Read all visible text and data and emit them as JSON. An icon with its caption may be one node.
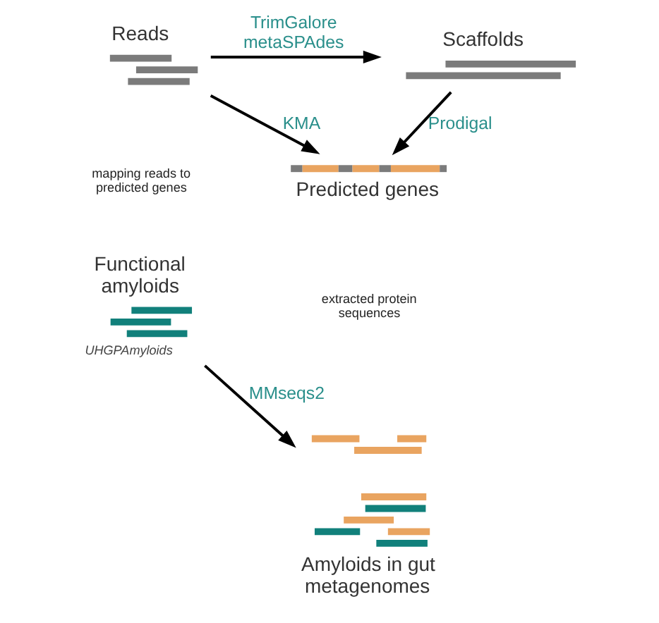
{
  "diagram": {
    "nodes": [
      {
        "text": [
          "Reads"
        ]
      },
      {
        "text": [
          "Scaffolds"
        ]
      },
      {
        "text": [
          "Predicted genes"
        ]
      },
      {
        "text": [
          "Functional amyloids"
        ],
        "beside": [
          "UHGPAmyloids"
        ]
      },
      {
        "text": [
          "Amyloids in gut metagenomes"
        ]
      }
    ],
    "edges": [
      {
        "from": 0,
        "to": 1,
        "arrow": "to",
        "label": "TrimGalore metaSPAdes"
      },
      {
        "from": 0,
        "to": 2,
        "arrow": "to",
        "label": "KMA"
      },
      {
        "from": 1,
        "to": 2,
        "arrow": "to",
        "label": "Prodigal"
      },
      {
        "from": 3,
        "to": 4,
        "arrow": "to",
        "label": "MMseqs2"
      }
    ],
    "labels": [
      "mapping reads to predicted genes",
      "extracted protein sequences"
    ]
  }
}
